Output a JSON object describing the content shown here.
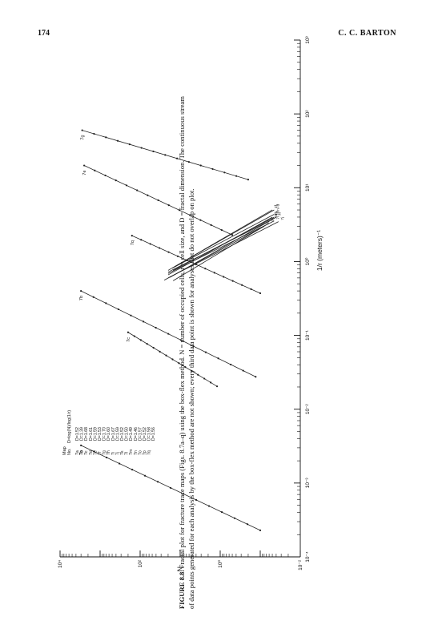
{
  "page": {
    "number": "174",
    "running_head": "C. C. BARTON"
  },
  "caption": {
    "label": "FIGURE 8.8.",
    "text": "Fractal plot for fracture trace maps (Figs. 8.7a–q) using the box-flex method. N = number of occupied cells, r = cell size, and D = fractal dimension. The continuous stream of data points generated for each analysis by the box-flex method are not shown; every third data point is shown for analyses that do not overlap on plot."
  },
  "chart_data": {
    "type": "line",
    "xlabel": "1/r (meters)⁻¹",
    "ylabel": "N",
    "x_scale": "log",
    "y_scale": "log",
    "xlim": [
      0.0001,
      1000
    ],
    "ylim": [
      0.01,
      10000
    ],
    "x_ticks": [
      "10⁻⁴",
      "10⁻³",
      "10⁻²",
      "10⁻¹",
      "10⁰",
      "10¹",
      "10²",
      "10³"
    ],
    "y_ticks": [
      "10⁻²",
      "10⁰",
      "10²",
      "10⁴"
    ],
    "y_tick_values": [
      0.01,
      1,
      100,
      10000
    ],
    "legend": {
      "header_map": "Map",
      "header_no": "No.",
      "header_d": "D=log(N)/log(1/r)",
      "entries": [
        {
          "map": "7a",
          "d": "D=1.52"
        },
        {
          "map": "7b",
          "d": "D=1.39"
        },
        {
          "map": "7c",
          "d": "D=1.68"
        },
        {
          "map": "7d",
          "d": "D=1.61"
        },
        {
          "map": "7e",
          "d": "D=1.59"
        },
        {
          "map": "7f",
          "d": "D=1.53"
        },
        {
          "map": "7g",
          "d": "D=1.70"
        },
        {
          "map": "7h",
          "d": "D=1.60"
        },
        {
          "map": "7i",
          "d": "D=1.67"
        },
        {
          "map": "7j",
          "d": "D=1.59"
        },
        {
          "map": "7k",
          "d": "D=1.52"
        },
        {
          "map": "7l",
          "d": "D=1.50"
        },
        {
          "map": "7m",
          "d": "D=1.49"
        },
        {
          "map": "7n",
          "d": "D=1.46"
        },
        {
          "map": "7o",
          "d": "D=1.57"
        },
        {
          "map": "7p",
          "d": "D=1.52"
        },
        {
          "map": "7q",
          "d": "D=1.58"
        },
        {
          "map": "",
          "d": "D=1.56"
        }
      ]
    },
    "series": [
      {
        "name": "7a",
        "x": [
          0.000229,
          0.003236
        ],
        "y": [
          0.1,
          3000
        ],
        "markers": true
      },
      {
        "name": "7b",
        "x": [
          0.0275,
          0.4
        ],
        "y": [
          0.13,
          3000
        ],
        "markers": true
      },
      {
        "name": "7c",
        "x": [
          0.0204,
          0.11
        ],
        "y": [
          1.2,
          200
        ],
        "markers": true
      },
      {
        "name": "7q",
        "x": [
          0.372,
          2.24
        ],
        "y": [
          0.1,
          160
        ],
        "markers": true
      },
      {
        "name": "7g",
        "x": [
          12.9,
          60
        ],
        "y": [
          0.2,
          2800
        ],
        "markers": true
      },
      {
        "name": "7e",
        "x": [
          2.29,
          20
        ],
        "y": [
          0.5,
          2500
        ],
        "markers": true
      },
      {
        "name": "7j",
        "x": [
          0.6,
          3.47
        ],
        "y": [
          20,
          0.035
        ],
        "markers": false
      },
      {
        "name": "7h",
        "x": [
          0.66,
          3.98
        ],
        "y": [
          20,
          0.05
        ],
        "markers": false
      },
      {
        "name": "7k",
        "x": [
          0.55,
          3.31
        ],
        "y": [
          15,
          0.06
        ],
        "markers": false
      },
      {
        "name": "7o",
        "x": [
          0.56,
          3.0
        ],
        "y": [
          25,
          0.08
        ],
        "markers": false
      },
      {
        "name": "7f",
        "x": [
          0.76,
          5.01
        ],
        "y": [
          20,
          0.05
        ],
        "markers": false
      },
      {
        "name": "7i",
        "x": [
          0.61,
          3.98
        ],
        "y": [
          18,
          0.04
        ],
        "markers": false
      },
      {
        "name": "7p",
        "x": [
          0.76,
          3.98
        ],
        "y": [
          15,
          0.045
        ],
        "markers": false
      },
      {
        "name": "7l",
        "x": [
          0.69,
          3.55
        ],
        "y": [
          20,
          0.045
        ],
        "markers": false
      },
      {
        "name": "7m",
        "x": [
          0.72,
          3.72
        ],
        "y": [
          20,
          0.05
        ],
        "markers": false
      },
      {
        "name": "7n",
        "x": [
          0.81,
          4.36
        ],
        "y": [
          16,
          0.045
        ],
        "markers": false
      },
      {
        "name": "7d",
        "x": [
          0.85,
          5.0
        ],
        "y": [
          14,
          0.045
        ],
        "markers": false
      }
    ],
    "grid": false,
    "legend_placement": "center-left"
  }
}
